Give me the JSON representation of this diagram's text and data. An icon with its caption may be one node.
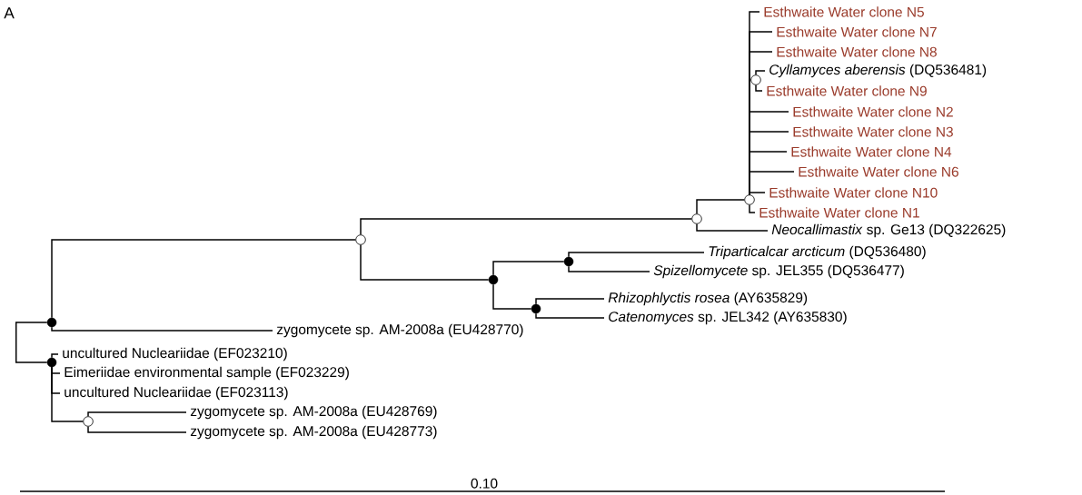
{
  "diagram": {
    "nodes": [
      {
        "text": [
          "Esthwaite Water clone N5"
        ]
      },
      {
        "text": [
          "Esthwaite Water clone N7"
        ]
      },
      {
        "text": [
          "Esthwaite Water clone N8"
        ]
      },
      {
        "text": [
          "*Cyllamyces aberensis* (DQ536481)"
        ]
      },
      {
        "text": [],
        "shape": "circle"
      },
      {
        "text": [
          "Esthwaite Water clone N9"
        ]
      },
      {
        "text": [
          "Esthwaite Water clone N2"
        ]
      },
      {
        "text": [
          "Esthwaite Water clone N3"
        ]
      },
      {
        "text": [
          "Esthwaite Water clone N4"
        ]
      },
      {
        "text": [
          "Esthwaite Water clone N6"
        ]
      },
      {
        "text": [
          "Esthwaite Water clone N10"
        ]
      },
      {
        "text": [],
        "shape": "circle"
      },
      {
        "text": [
          "Esthwaite Water clone N1"
        ]
      },
      {
        "text": [],
        "shape": "circle"
      },
      {
        "text": [
          "*Neocallimastix* sp. Ge13 (DQ322625)"
        ]
      },
      {
        "text": [],
        "shape": "circle"
      },
      {
        "text": [
          "*Triparticalcar arcticum* (DQ536480)"
        ]
      },
      {
        "text": [],
        "shape": "dot"
      },
      {
        "text": [
          "*Spizellomycete* sp. JEL355 (DQ536477)"
        ]
      },
      {
        "text": [],
        "shape": "dot"
      },
      {
        "text": [
          "*Rhizophlyctis rosea* (AY635829)"
        ]
      },
      {
        "text": [],
        "shape": "dot"
      },
      {
        "text": [
          "*Catenomyces* sp. JEL342 (AY635830)"
        ]
      },
      {
        "text": [],
        "shape": "dot"
      },
      {
        "text": [
          "zygomycete sp. AM-2008a (EU428770)"
        ]
      },
      {
        "text": [
          "uncultured Nucleariidae (EF023210)"
        ]
      },
      {
        "text": [],
        "shape": "dot"
      },
      {
        "text": [
          "Eimeriidae environmental sample (EF023229)"
        ]
      },
      {
        "text": [
          "uncultured Nucleariidae (EF023113)"
        ]
      },
      {
        "text": [
          "zygomycete sp. AM-2008a (EU428769)"
        ]
      },
      {
        "text": [],
        "shape": "circle"
      },
      {
        "text": [
          "zygomycete sp. AM-2008a (EU428773)"
        ]
      }
    ],
    "edges": [
      {
        "from": 23,
        "to": 26,
        "arrow": "none"
      },
      {
        "from": 23,
        "to": 15,
        "arrow": "none"
      },
      {
        "from": 23,
        "to": 24,
        "arrow": "none"
      },
      {
        "from": 15,
        "to": 13,
        "arrow": "none"
      },
      {
        "from": 15,
        "to": 19,
        "arrow": "none"
      },
      {
        "from": 13,
        "to": 11,
        "arrow": "none"
      },
      {
        "from": 13,
        "to": 14,
        "arrow": "none"
      },
      {
        "from": 11,
        "to": 0,
        "arrow": "none"
      },
      {
        "from": 11,
        "to": 1,
        "arrow": "none"
      },
      {
        "from": 11,
        "to": 2,
        "arrow": "none"
      },
      {
        "from": 11,
        "to": 4,
        "arrow": "none"
      },
      {
        "from": 4,
        "to": 3,
        "arrow": "none"
      },
      {
        "from": 4,
        "to": 5,
        "arrow": "none"
      },
      {
        "from": 11,
        "to": 6,
        "arrow": "none"
      },
      {
        "from": 11,
        "to": 7,
        "arrow": "none"
      },
      {
        "from": 11,
        "to": 8,
        "arrow": "none"
      },
      {
        "from": 11,
        "to": 9,
        "arrow": "none"
      },
      {
        "from": 11,
        "to": 10,
        "arrow": "none"
      },
      {
        "from": 11,
        "to": 12,
        "arrow": "none"
      },
      {
        "from": 19,
        "to": 17,
        "arrow": "none"
      },
      {
        "from": 19,
        "to": 21,
        "arrow": "none"
      },
      {
        "from": 17,
        "to": 16,
        "arrow": "none"
      },
      {
        "from": 17,
        "to": 18,
        "arrow": "none"
      },
      {
        "from": 21,
        "to": 20,
        "arrow": "none"
      },
      {
        "from": 21,
        "to": 22,
        "arrow": "none"
      },
      {
        "from": 26,
        "to": 25,
        "arrow": "none"
      },
      {
        "from": 26,
        "to": 27,
        "arrow": "none"
      },
      {
        "from": 26,
        "to": 28,
        "arrow": "none"
      },
      {
        "from": 26,
        "to": 30,
        "arrow": "none"
      },
      {
        "from": 30,
        "to": 29,
        "arrow": "none"
      },
      {
        "from": 30,
        "to": 31,
        "arrow": "none"
      }
    ],
    "labels": [
      "A",
      "0.10"
    ]
  }
}
